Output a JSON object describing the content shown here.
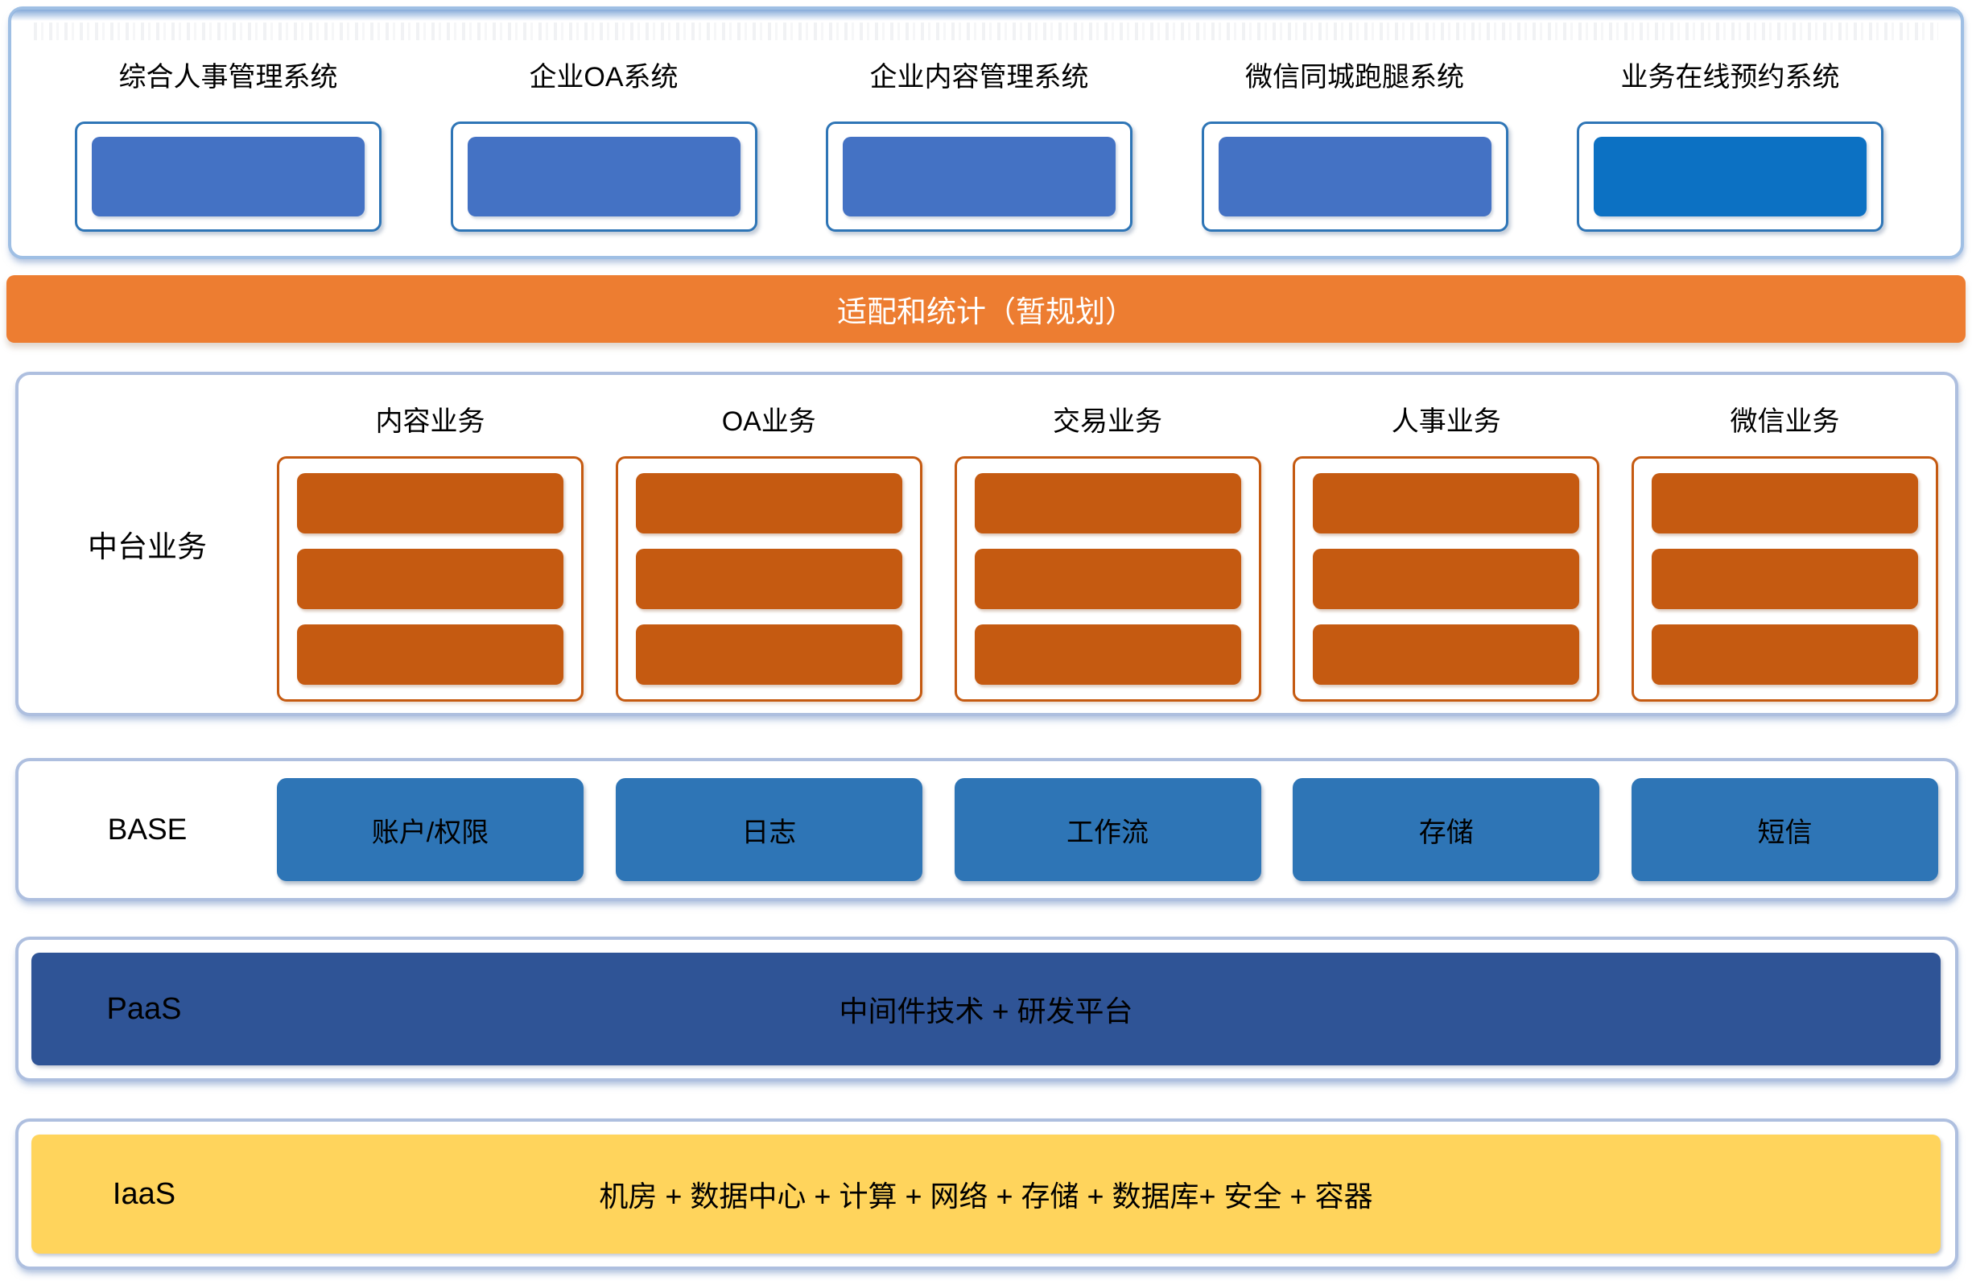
{
  "apps_layer": {
    "systems": [
      {
        "label": "综合人事管理系统",
        "fill": "#4472c4"
      },
      {
        "label": "企业OA系统",
        "fill": "#4472c4"
      },
      {
        "label": "企业内容管理系统",
        "fill": "#4472c4"
      },
      {
        "label": "微信同城跑腿系统",
        "fill": "#4472c4"
      },
      {
        "label": "业务在线预约系统",
        "fill": "#0c71c3"
      }
    ]
  },
  "adapter_bar": {
    "label": "适配和统计（暂规划）",
    "fill": "#ed7d31"
  },
  "mid_layer": {
    "label": "中台业务",
    "block_fill": "#c55a11",
    "columns": [
      {
        "label": "内容业务",
        "block_count": 3
      },
      {
        "label": "OA业务",
        "block_count": 3
      },
      {
        "label": "交易业务",
        "block_count": 3
      },
      {
        "label": "人事业务",
        "block_count": 3
      },
      {
        "label": "微信业务",
        "block_count": 3
      }
    ]
  },
  "base_layer": {
    "label": "BASE",
    "box_fill": "#2e75b6",
    "items": [
      "账户/权限",
      "日志",
      "工作流",
      "存储",
      "短信"
    ]
  },
  "paas_layer": {
    "label": "PaaS",
    "content": "中间件技术 + 研发平台",
    "fill": "#2f5496"
  },
  "iaas_layer": {
    "label": "IaaS",
    "content": "机房 + 数据中心 + 计算 + 网络 + 存储 + 数据库+ 安全 + 容器",
    "fill": "#ffd45c"
  }
}
